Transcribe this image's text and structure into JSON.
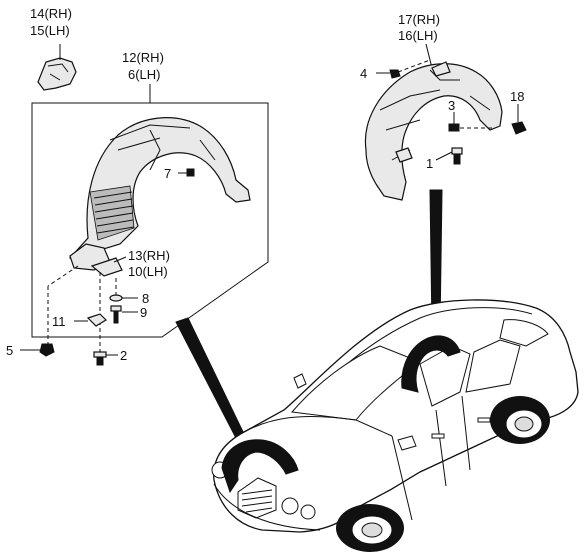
{
  "callouts": {
    "c14": "14(RH)",
    "c15": "15(LH)",
    "c12": "12(RH)",
    "c6": "6(LH)",
    "c7": "7",
    "c13": "13(RH)",
    "c10": "10(LH)",
    "c8": "8",
    "c9": "9",
    "c11": "11",
    "c5": "5",
    "c2": "2",
    "c17": "17(RH)",
    "c16": "16(LH)",
    "c4": "4",
    "c3": "3",
    "c18": "18",
    "c1": "1"
  }
}
